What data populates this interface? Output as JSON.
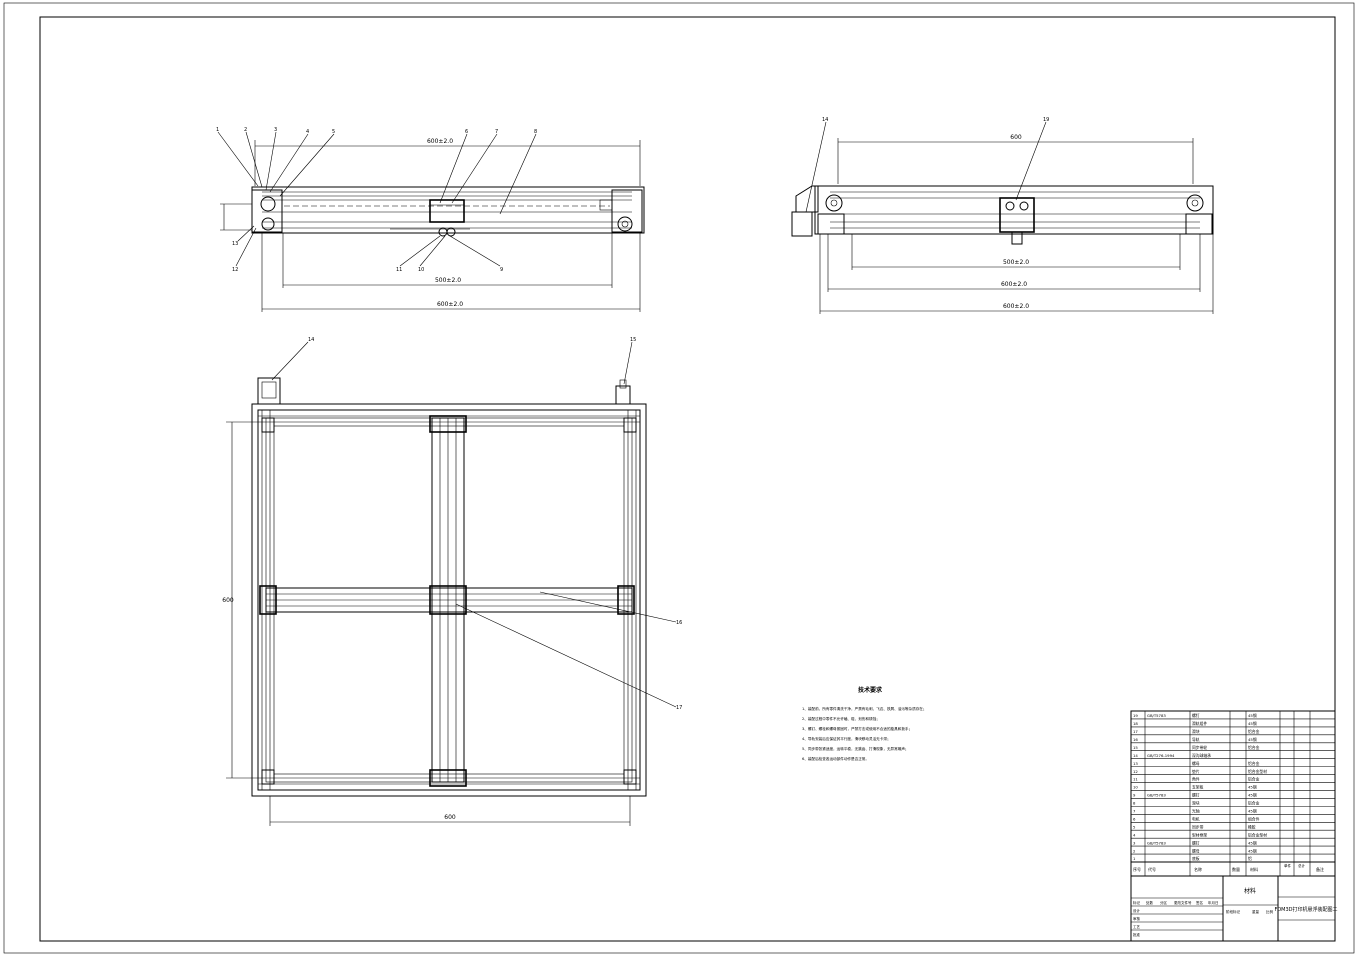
{
  "drawing": {
    "title_block": {
      "drawing_name": "FDM3D打印机悬浮装配图二",
      "part_label": "材料",
      "rows": [
        {
          "no": "19",
          "code": "GB/T5783",
          "name": "螺钉",
          "mat": "45钢"
        },
        {
          "no": "18",
          "code": "",
          "name": "滑轨组件",
          "mat": "45钢"
        },
        {
          "no": "17",
          "code": "",
          "name": "滑块",
          "mat": "铝合金"
        },
        {
          "no": "16",
          "code": "",
          "name": "导轨",
          "mat": "45钢"
        },
        {
          "no": "15",
          "code": "",
          "name": "同步带轮",
          "mat": "铝合金"
        },
        {
          "no": "14",
          "code": "GB/T276-1994",
          "name": "深沟球轴承",
          "mat": ""
        },
        {
          "no": "13",
          "code": "",
          "name": "螺母",
          "mat": "铝合金"
        },
        {
          "no": "12",
          "code": "",
          "name": "垫片",
          "mat": "铝合金型材"
        },
        {
          "no": "11",
          "code": "",
          "name": "角件",
          "mat": "铝合金"
        },
        {
          "no": "10",
          "code": "",
          "name": "支架板",
          "mat": "45钢"
        },
        {
          "no": "9",
          "code": "GB/T5783",
          "name": "螺钉",
          "mat": "45钢"
        },
        {
          "no": "8",
          "code": "",
          "name": "滑块",
          "mat": "铝合金"
        },
        {
          "no": "7",
          "code": "",
          "name": "光轴",
          "mat": "45钢"
        },
        {
          "no": "6",
          "code": "",
          "name": "电机",
          "mat": "组合件"
        },
        {
          "no": "5",
          "code": "",
          "name": "同步带",
          "mat": "橡胶"
        },
        {
          "no": "4",
          "code": "",
          "name": "型材框架",
          "mat": "铝合金型材"
        },
        {
          "no": "3",
          "code": "GB/T5783",
          "name": "螺钉",
          "mat": "45钢"
        },
        {
          "no": "2",
          "code": "",
          "name": "螺母",
          "mat": "45钢"
        },
        {
          "no": "1",
          "code": "",
          "name": "底板",
          "mat": "铝"
        }
      ],
      "header": [
        "序号",
        "代号",
        "名称",
        "数量",
        "材料",
        "单件",
        "总计",
        "备注"
      ],
      "sign_rows": [
        "标记",
        "处数",
        "分区",
        "更改文件号",
        "签名",
        "年月日"
      ],
      "roles": [
        "设计",
        "审核",
        "工艺",
        "批准"
      ],
      "stage": [
        "阶段标记",
        "重量",
        "比例"
      ]
    },
    "notes": {
      "title": "技术要求",
      "items": [
        "1、装配前，所有零件清洗干净，严禁有毛刺、飞边、铁屑、油污等杂质存在；",
        "2、装配过程中零件不允许磕、碰、划伤和锈蚀；",
        "3、螺钉、螺栓和螺母紧固时，严禁打击或使用不合适的旋具和扳手；",
        "4、导轨安装后应保证其平行度，滑块移动灵活无卡滞；",
        "5、同步带张紧适度，运转平稳，无跳齿、打滑现象，无异常噪声；",
        "6、装配后检查各运动部件动作是否正常。"
      ]
    },
    "callouts_front": [
      "1",
      "2",
      "3",
      "4",
      "5",
      "6",
      "7",
      "8",
      "9",
      "10",
      "11",
      "12",
      "13"
    ],
    "callouts_side": [
      "14",
      "19"
    ],
    "callouts_plan": [
      "14",
      "15",
      "16",
      "17"
    ],
    "dims_front": [
      "600±2.0",
      "500±2.0",
      "600±2.0"
    ],
    "dims_side": [
      "600",
      "500±2.0",
      "600±2.0",
      "600±2.0"
    ],
    "dims_plan": [
      "600",
      "600"
    ]
  }
}
